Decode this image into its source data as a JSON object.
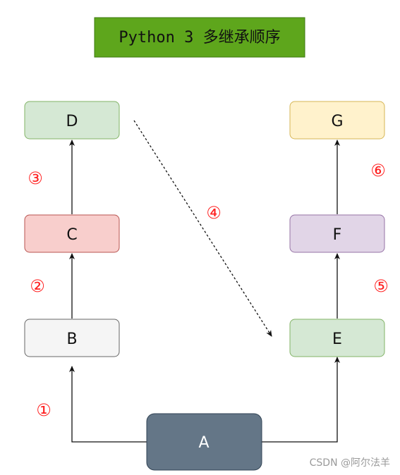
{
  "title": "Python 3 多继承顺序",
  "colors": {
    "title_bg": "#5ea61c",
    "title_border": "#3d7a10",
    "step": "#ff1f1f",
    "edge": "#111111"
  },
  "nodes": [
    {
      "id": "D",
      "label": "D",
      "fill": "#d5e8d4",
      "stroke": "#82b366"
    },
    {
      "id": "C",
      "label": "C",
      "fill": "#f8cecc",
      "stroke": "#b85450"
    },
    {
      "id": "B",
      "label": "B",
      "fill": "#f5f5f5",
      "stroke": "#666666"
    },
    {
      "id": "A",
      "label": "A",
      "fill": "#647687",
      "stroke": "#314354"
    },
    {
      "id": "G",
      "label": "G",
      "fill": "#fff2cc",
      "stroke": "#d6b656"
    },
    {
      "id": "F",
      "label": "F",
      "fill": "#e1d5e7",
      "stroke": "#9673a6"
    },
    {
      "id": "E",
      "label": "E",
      "fill": "#d5e8d4",
      "stroke": "#82b366"
    }
  ],
  "edges": [
    {
      "from": "A",
      "to": "B",
      "style": "solid"
    },
    {
      "from": "B",
      "to": "C",
      "style": "solid"
    },
    {
      "from": "C",
      "to": "D",
      "style": "solid"
    },
    {
      "from": "D",
      "to": "E",
      "style": "dashed"
    },
    {
      "from": "A",
      "to": "E",
      "style": "solid"
    },
    {
      "from": "E",
      "to": "F",
      "style": "solid"
    },
    {
      "from": "F",
      "to": "G",
      "style": "solid"
    }
  ],
  "steps": [
    "①",
    "②",
    "③",
    "④",
    "⑤",
    "⑥"
  ],
  "watermark": "CSDN @阿尔法羊"
}
